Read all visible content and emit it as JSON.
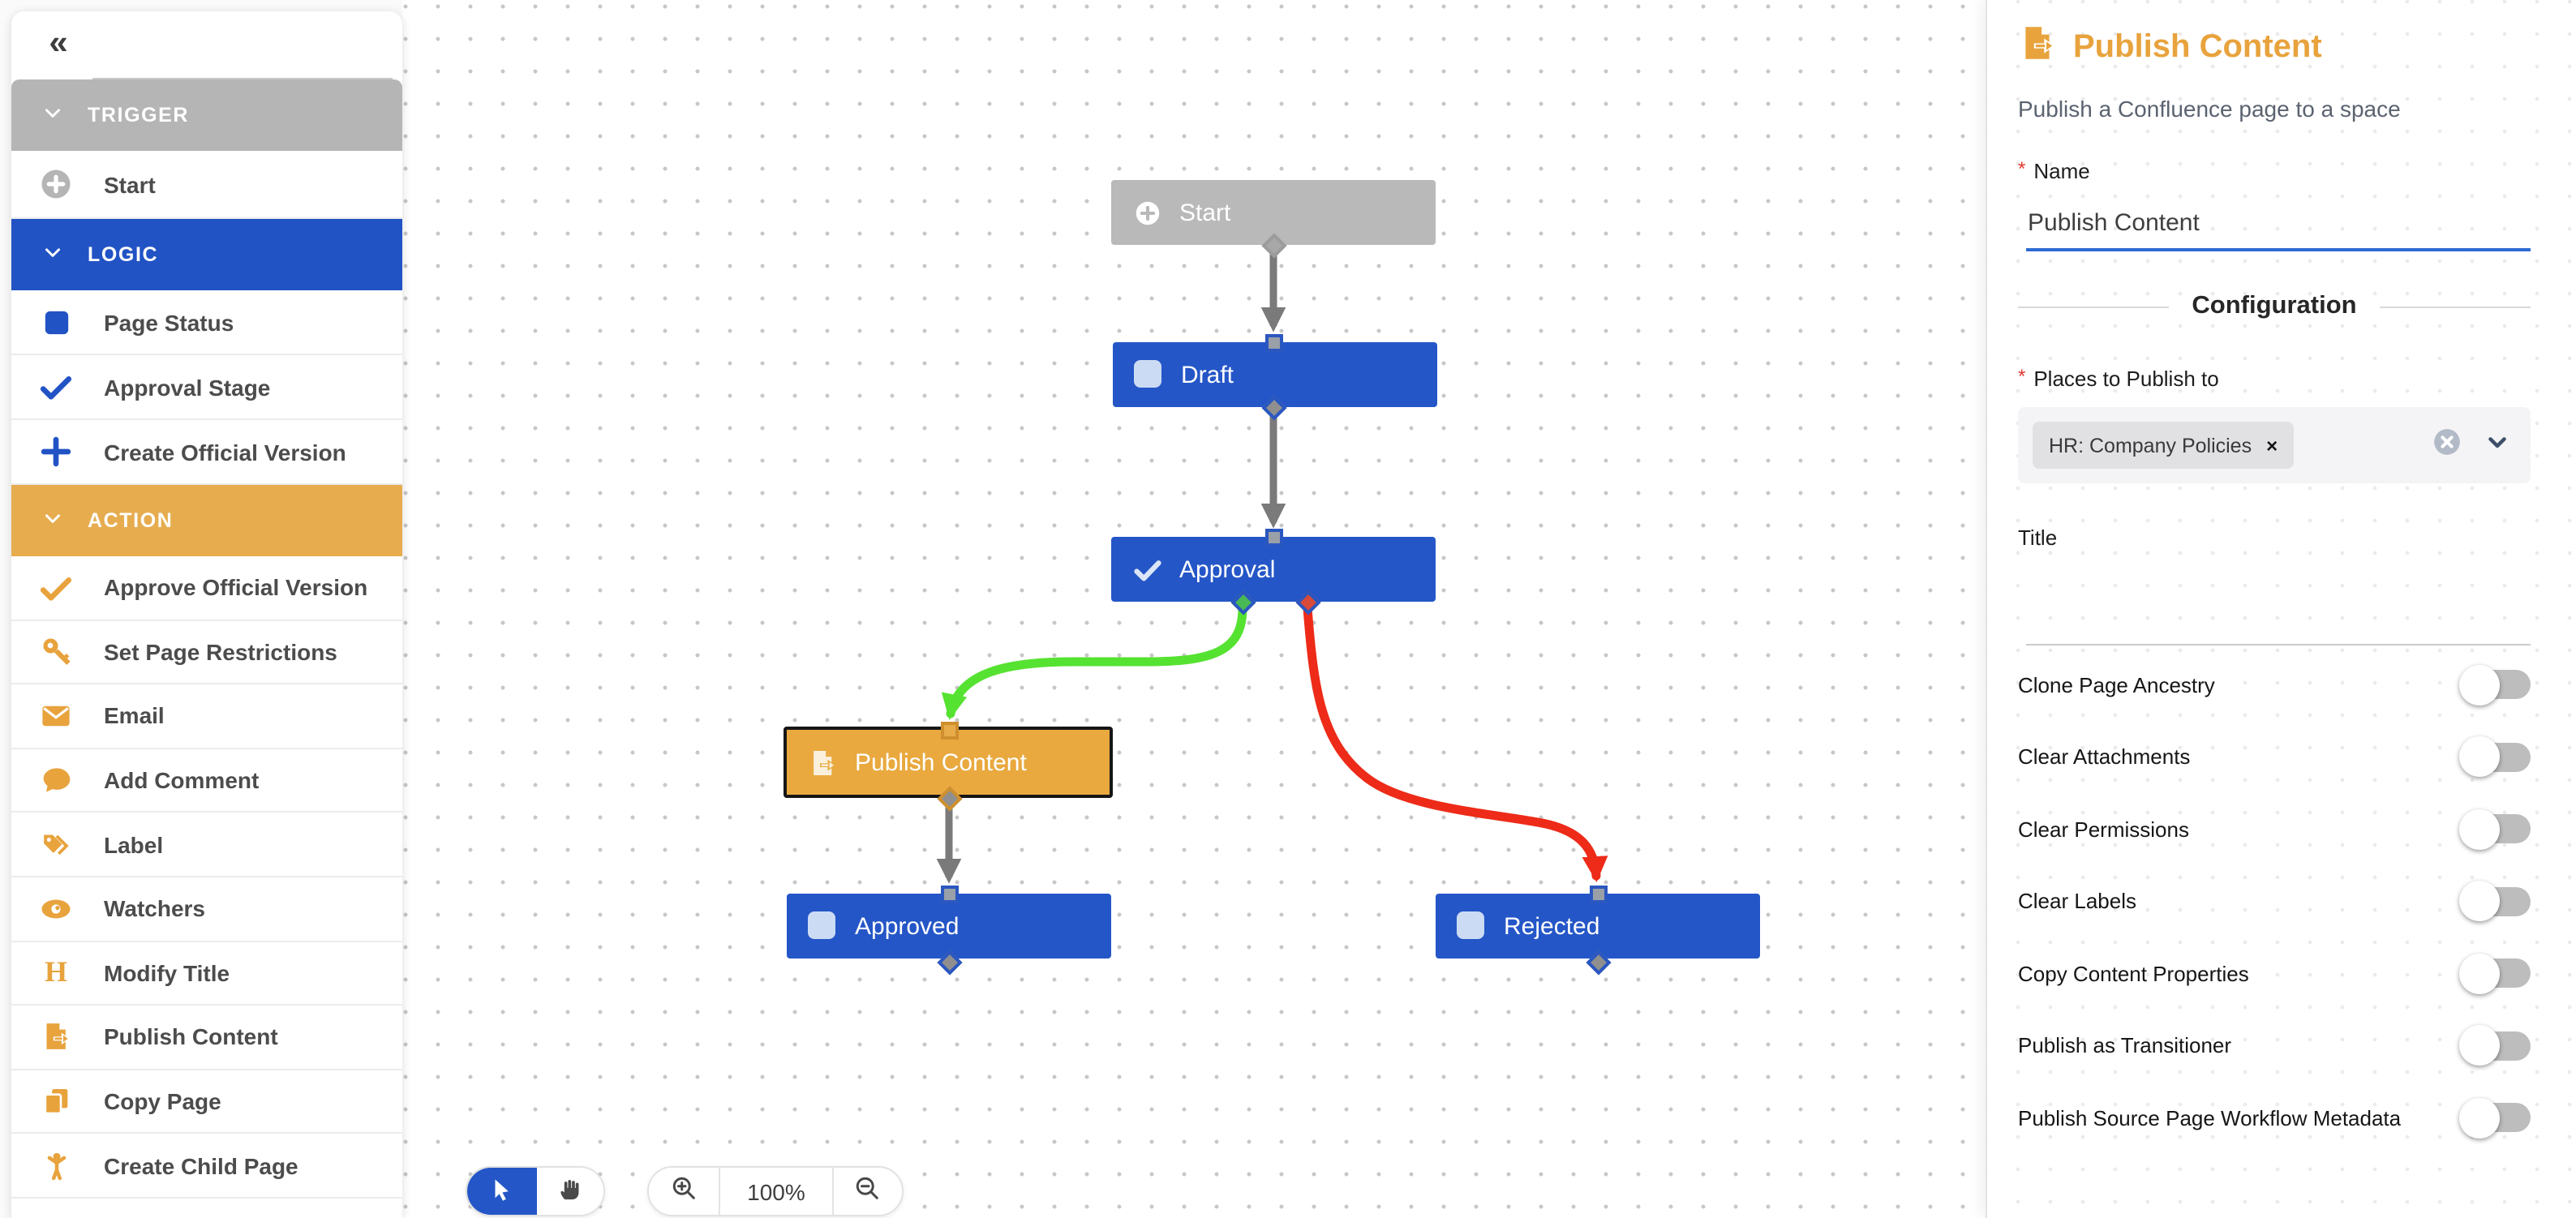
{
  "icons": {
    "collapse_glyph": "«",
    "modify_title_glyph": "H"
  },
  "sidebar": {
    "sections": {
      "trigger": {
        "label": "TRIGGER",
        "items": {
          "start": {
            "label": "Start"
          }
        }
      },
      "logic": {
        "label": "LOGIC",
        "items": {
          "page_status": {
            "label": "Page Status"
          },
          "approval_stage": {
            "label": "Approval Stage"
          },
          "create_official_version": {
            "label": "Create Official Version"
          }
        }
      },
      "action": {
        "label": "ACTION",
        "items": {
          "approve_official_version": {
            "label": "Approve Official Version"
          },
          "set_page_restrictions": {
            "label": "Set Page Restrictions"
          },
          "email": {
            "label": "Email"
          },
          "add_comment": {
            "label": "Add Comment"
          },
          "label": {
            "label": "Label"
          },
          "watchers": {
            "label": "Watchers"
          },
          "modify_title": {
            "label": "Modify Title"
          },
          "publish_content": {
            "label": "Publish Content"
          },
          "copy_page": {
            "label": "Copy Page"
          },
          "create_child_page": {
            "label": "Create Child Page"
          }
        }
      }
    }
  },
  "canvas": {
    "nodes": {
      "start": {
        "label": "Start",
        "type": "trigger"
      },
      "draft": {
        "label": "Draft",
        "type": "status"
      },
      "approval": {
        "label": "Approval",
        "type": "approval"
      },
      "publish_content": {
        "label": "Publish Content",
        "type": "action",
        "selected": true
      },
      "approved": {
        "label": "Approved",
        "type": "status"
      },
      "rejected": {
        "label": "Rejected",
        "type": "status"
      }
    },
    "edges": [
      {
        "from": "start",
        "to": "draft",
        "color": "#7a7a7a"
      },
      {
        "from": "draft",
        "to": "approval",
        "color": "#7a7a7a"
      },
      {
        "from": "approval",
        "to": "publish_content",
        "color": "#56e231"
      },
      {
        "from": "approval",
        "to": "rejected",
        "color": "#ed2b18"
      },
      {
        "from": "publish_content",
        "to": "approved",
        "color": "#7a7a7a"
      }
    ],
    "toolbar": {
      "zoom_level": "100%"
    }
  },
  "panel": {
    "title": "Publish Content",
    "description": "Publish a Confluence page to a space",
    "required_marker": "*",
    "name_field": {
      "label": "Name",
      "value": "Publish Content"
    },
    "configuration_heading": "Configuration",
    "places_field": {
      "label": "Places to Publish to",
      "tag": {
        "label": "HR: Company Policies",
        "remove_glyph": "×"
      }
    },
    "title_field": {
      "label": "Title",
      "value": ""
    },
    "toggles": {
      "clone_page_ancestry": {
        "label": "Clone Page Ancestry",
        "value": "off"
      },
      "clear_attachments": {
        "label": "Clear Attachments",
        "value": "off"
      },
      "clear_permissions": {
        "label": "Clear Permissions",
        "value": "off"
      },
      "clear_labels": {
        "label": "Clear Labels",
        "value": "off"
      },
      "copy_content_properties": {
        "label": "Copy Content Properties",
        "value": "off"
      },
      "publish_as_transitioner": {
        "label": "Publish as Transitioner",
        "value": "off"
      },
      "publish_source_page_workflow_metadata": {
        "label": "Publish Source Page Workflow Metadata",
        "value": "off"
      }
    },
    "colors": {
      "accent_amber": "#e8a33d",
      "accent_blue": "#2456c7",
      "edge_green": "#56e231",
      "edge_red": "#ed2b18"
    }
  }
}
